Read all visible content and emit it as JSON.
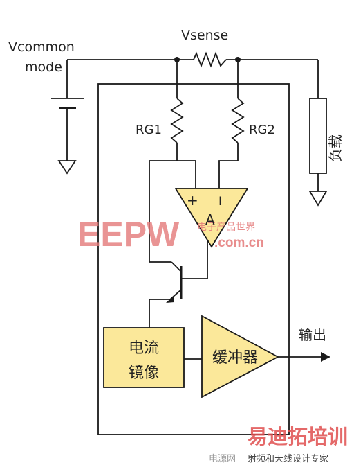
{
  "labels": {
    "vcommon_line1": "Vcommon",
    "vcommon_line2": "mode",
    "vsense": "Vsense",
    "rg1": "RG1",
    "rg2": "RG2",
    "load": "负载",
    "amp_plus": "+",
    "amp_minus": "I",
    "amp_name": "A",
    "current_mirror_line1": "电流",
    "current_mirror_line2": "镜像",
    "buffer": "缓冲器",
    "output": "输出"
  },
  "watermark": {
    "logo": "EEPW",
    "tagline": "电子产品世界",
    "domain": ".com.cn",
    "brand": "易迪拓培训",
    "footer_site": "电源网",
    "footer_tagline": "射频和天线设计专家"
  },
  "colors": {
    "block_fill": "#fbe89a",
    "stroke": "#1a1a1a",
    "watermark_red": "#e47a7a",
    "brand_red": "#e05050"
  }
}
